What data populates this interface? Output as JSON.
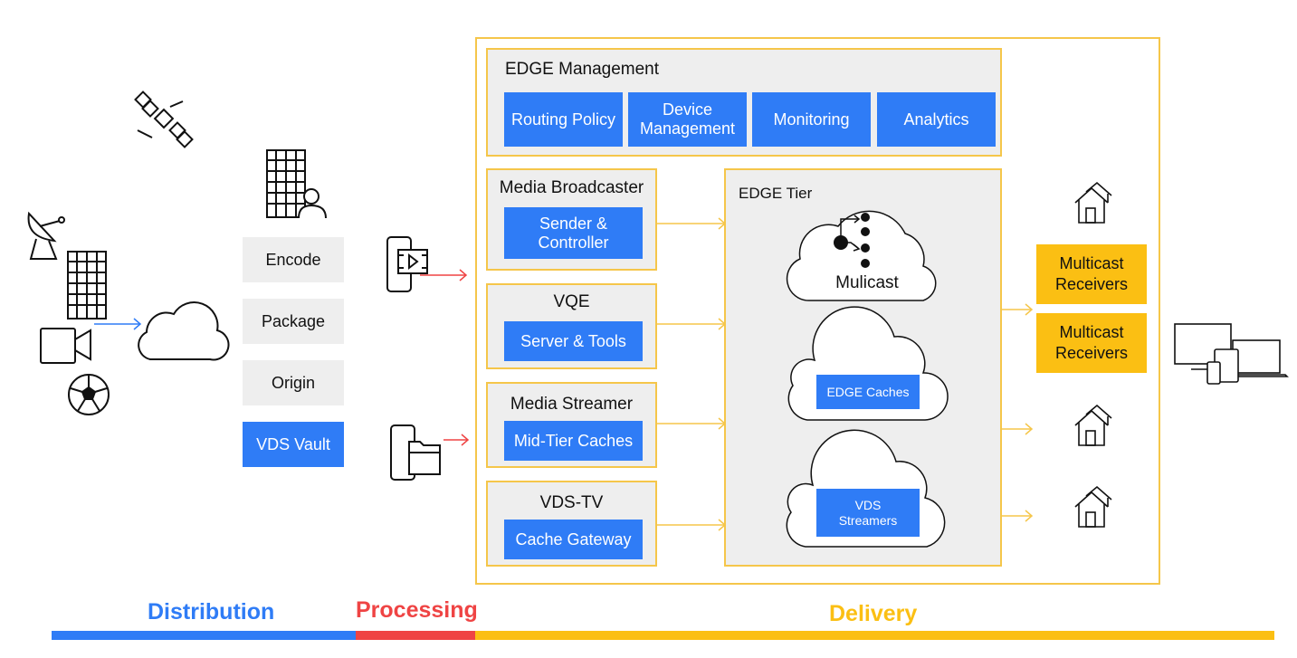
{
  "distribution": {
    "steps": [
      "Encode",
      "Package",
      "Origin"
    ],
    "vault": "VDS Vault"
  },
  "management": {
    "title": "EDGE Management",
    "items": [
      "Routing Policy",
      "Device\nManagement",
      "Monitoring",
      "Analytics"
    ]
  },
  "modules": [
    {
      "title": "Media Broadcaster",
      "button": "Sender &\nController"
    },
    {
      "title": "VQE",
      "button": "Server & Tools"
    },
    {
      "title": "Media Streamer",
      "button": "Mid-Tier Caches"
    },
    {
      "title": "VDS-TV",
      "button": "Cache Gateway"
    }
  ],
  "edge_tier": {
    "title": "EDGE Tier",
    "multicast_label": "Mulicast",
    "caches": "EDGE Caches",
    "streamers": "VDS\nStreamers"
  },
  "receivers": [
    "Multicast\nReceivers",
    "Multicast\nReceivers"
  ],
  "legend": {
    "distribution": "Distribution",
    "processing": "Processing",
    "delivery": "Delivery"
  },
  "colors": {
    "blue": "#2f7cf6",
    "red": "#ef4444",
    "yellow": "#fbbf13",
    "panel_gray": "#eeeeee",
    "outline_yellow": "#f5c64a"
  }
}
